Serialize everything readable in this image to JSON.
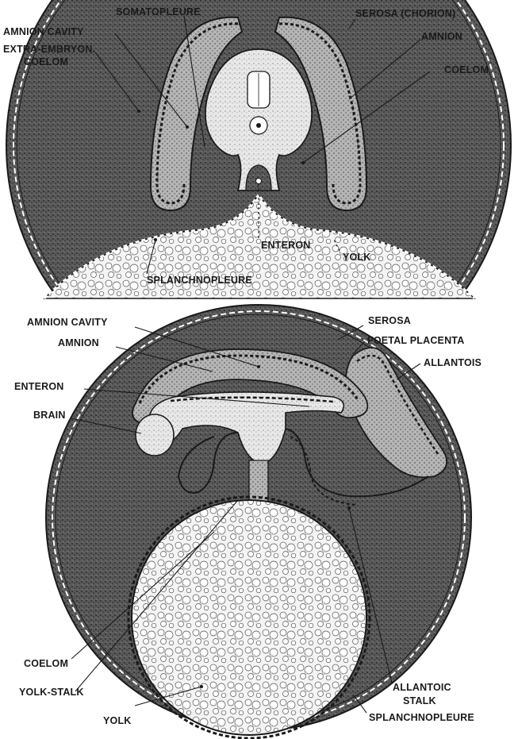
{
  "top_diagram": {
    "labels": {
      "somatopleure": "SOMATOPLEURE",
      "serosa_chorion": "SEROSA (CHORION)",
      "amnion_cavity": "AMNION CAVITY",
      "extra_embryon_line1": "EXTRA-EMBRYON.",
      "extra_embryon_line2": "COELOM",
      "amnion": "AMNION",
      "coelom": "COELOM",
      "enteron": "ENTERON",
      "yolk": "YOLK",
      "splanchnopleure": "SPLANCHNOPLEURE"
    }
  },
  "bottom_diagram": {
    "labels": {
      "serosa": "SEROSA",
      "amnion_cavity": "AMNION CAVITY",
      "foetal_placenta": "FOETAL PLACENTA",
      "amnion": "AMNION",
      "allantois": "ALLANTOIS",
      "enteron": "ENTERON",
      "brain": "BRAIN",
      "coelom": "COELOM",
      "yolk_stalk": "YOLK-STALK",
      "yolk": "YOLK",
      "allantoic_line1": "ALLANTOIC",
      "allantoic_line2": "STALK",
      "splanchnopleure": "SPLANCHNOPLEURE"
    }
  },
  "colors": {
    "ink": "#1a1a1a",
    "dark_stipple": "#4a4a4a",
    "mid_stipple": "#8a8a8a",
    "light_tissue": "#cfcfcf",
    "yolk_fill": "#f4f4f4",
    "background": "#ffffff"
  }
}
